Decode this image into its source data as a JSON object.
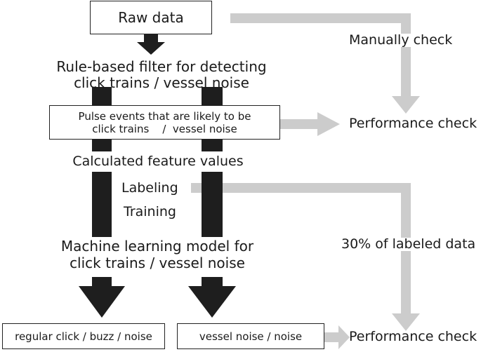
{
  "nodes": {
    "raw_data": "Raw data",
    "rule_filter_line1": "Rule-based filter for detecting",
    "rule_filter_line2": "click trains / vessel noise",
    "pulse_events_line1": "Pulse events that are likely to be",
    "pulse_events_line2": "click trains    /  vessel noise",
    "calculated_features": "Calculated feature values",
    "labeling": "Labeling",
    "training": "Training",
    "ml_model_line1": "Machine learning model for",
    "ml_model_line2": "click trains / vessel noise",
    "output_click": "regular click / buzz / noise",
    "output_vessel": "vessel noise / noise",
    "manually_check": "Manually check",
    "performance_check_top": "Performance check",
    "labeled_data_percent": "30% of labeled data",
    "performance_check_bottom": "Performance check"
  },
  "colors": {
    "dark_arrow": "#1e1e1e",
    "gray_arrow": "#cccccc",
    "text": "#1a1a1a"
  }
}
